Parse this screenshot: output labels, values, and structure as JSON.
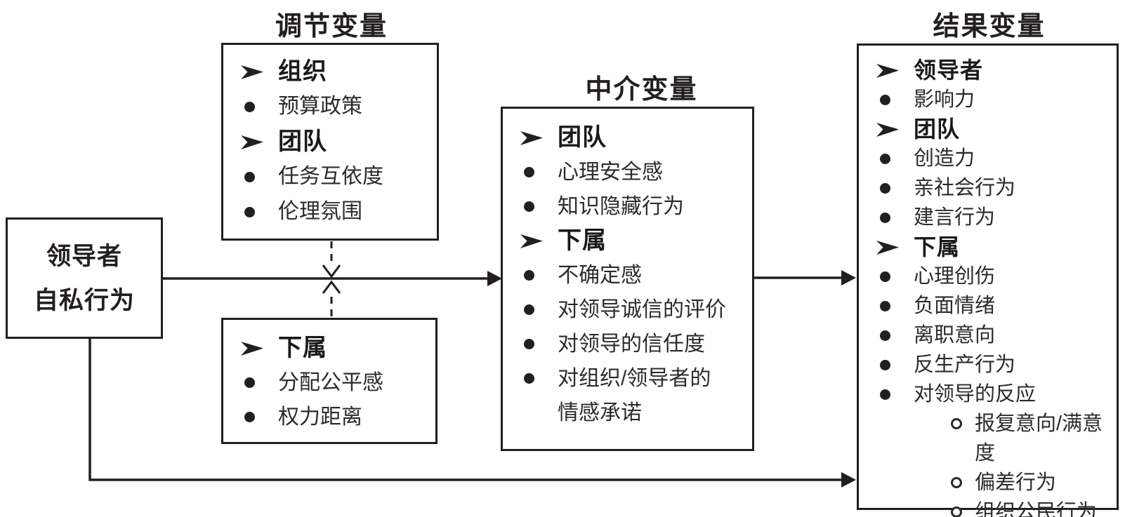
{
  "source_box": {
    "line1": "领导者",
    "line2": "自私行为"
  },
  "moderator": {
    "title": "调节变量",
    "top_box": {
      "items": [
        {
          "level": "header",
          "text": "组织"
        },
        {
          "level": "bullet",
          "text": "预算政策"
        },
        {
          "level": "header",
          "text": "团队"
        },
        {
          "level": "bullet",
          "text": "任务互依度"
        },
        {
          "level": "bullet",
          "text": "伦理氛围"
        }
      ]
    },
    "bottom_box": {
      "items": [
        {
          "level": "header",
          "text": "下属"
        },
        {
          "level": "bullet",
          "text": "分配公平感"
        },
        {
          "level": "bullet",
          "text": "权力距离"
        }
      ]
    }
  },
  "mediator": {
    "title": "中介变量",
    "box": {
      "items": [
        {
          "level": "header",
          "text": "团队"
        },
        {
          "level": "bullet",
          "text": "心理安全感"
        },
        {
          "level": "bullet",
          "text": "知识隐藏行为"
        },
        {
          "level": "header",
          "text": "下属"
        },
        {
          "level": "bullet",
          "text": "不确定感"
        },
        {
          "level": "bullet",
          "text": "对领导诚信的评价"
        },
        {
          "level": "bullet",
          "text": "对领导的信任度"
        },
        {
          "level": "bullet",
          "text": "对组织/领导者的\n情感承诺"
        }
      ]
    }
  },
  "outcome": {
    "title": "结果变量",
    "box": {
      "items": [
        {
          "level": "header",
          "text": "领导者"
        },
        {
          "level": "bullet",
          "text": "影响力"
        },
        {
          "level": "header",
          "text": "团队"
        },
        {
          "level": "bullet",
          "text": "创造力"
        },
        {
          "level": "bullet",
          "text": "亲社会行为"
        },
        {
          "level": "bullet",
          "text": "建言行为"
        },
        {
          "level": "header",
          "text": "下属"
        },
        {
          "level": "bullet",
          "text": "心理创伤"
        },
        {
          "level": "bullet",
          "text": "负面情绪"
        },
        {
          "level": "bullet",
          "text": "离职意向"
        },
        {
          "level": "bullet",
          "text": "反生产行为"
        },
        {
          "level": "bullet",
          "text": "对领导的反应"
        },
        {
          "level": "subbullet",
          "text": "报复意向/满意度"
        },
        {
          "level": "subbullet",
          "text": "偏差行为"
        },
        {
          "level": "subbullet",
          "text": "组织公民行为"
        }
      ]
    }
  },
  "colors": {
    "ink": "#231f20",
    "background": "#ffffff"
  }
}
